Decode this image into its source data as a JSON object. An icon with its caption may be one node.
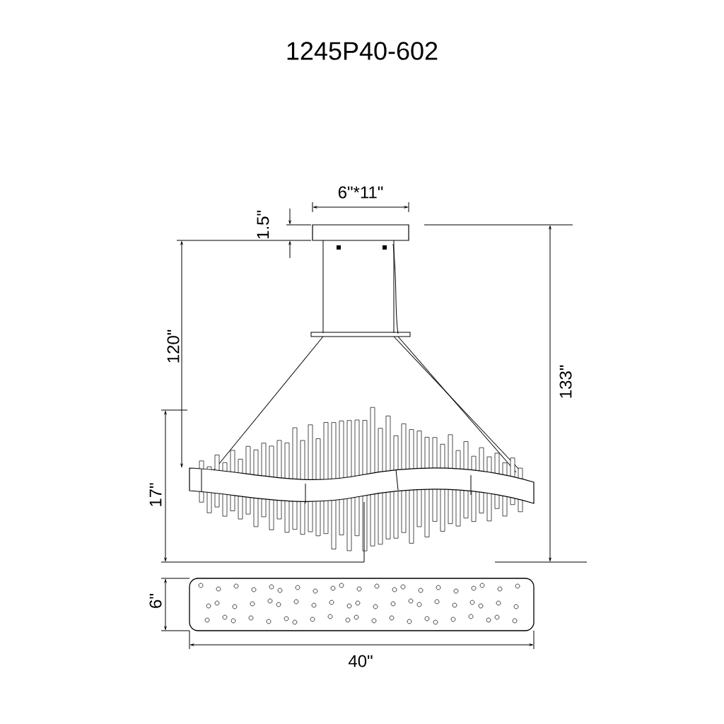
{
  "diagram": {
    "title": "1245P40-602",
    "labels": [
      "6\"*11\"",
      "1.5\"",
      "120\"",
      "133\"",
      "17\"",
      "6\"",
      "40\""
    ]
  }
}
